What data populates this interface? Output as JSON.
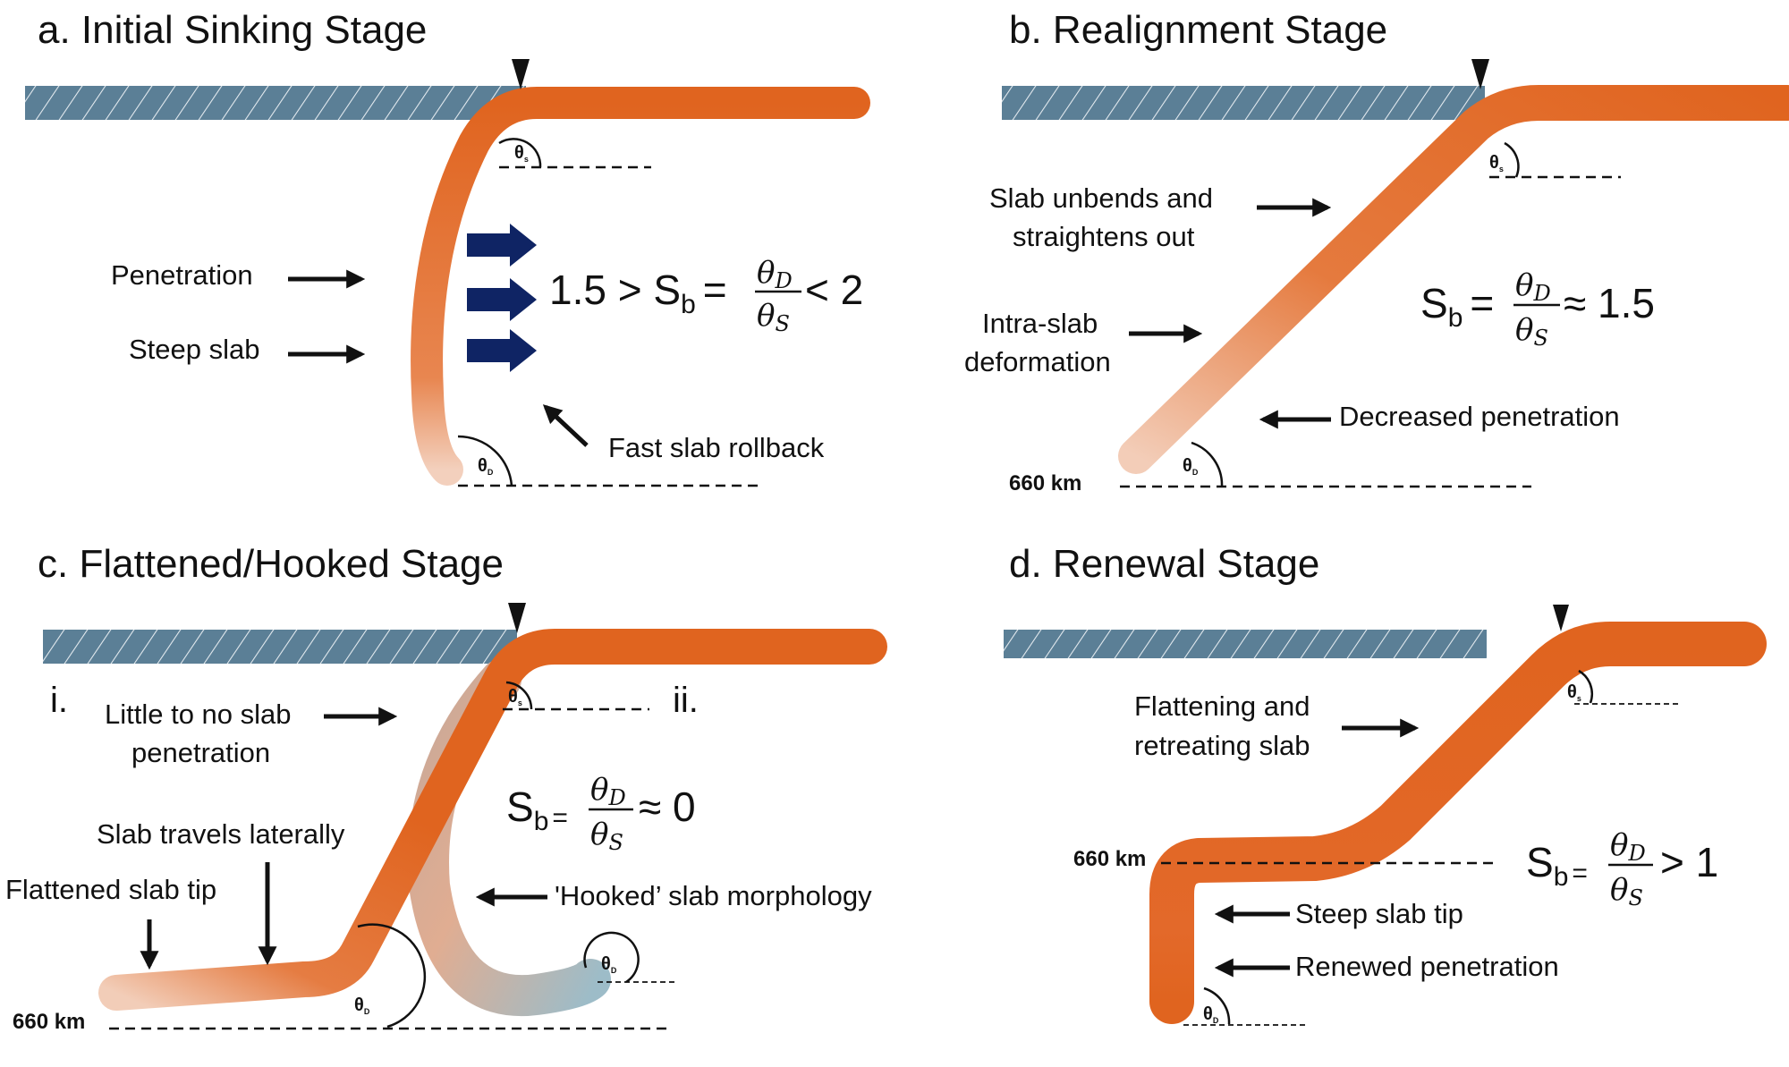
{
  "figure": {
    "colors": {
      "slab_orange": "#e0641f",
      "slab_light": "#f1c4a8",
      "plate_blue": "#5b7f96",
      "hatch_line": "#e8eef2",
      "mantle_flow_arrow": "#0f2464",
      "hooked_slab_blue": "#9dbcc8",
      "text": "#111111"
    },
    "symbols": {
      "theta_s": "θ",
      "theta_s_sub": "s",
      "theta_d": "θ",
      "theta_d_sub": "D",
      "frac_num": "θ",
      "frac_num_sub": "D",
      "frac_den": "θ",
      "frac_den_sub": "S",
      "sb": "S",
      "sb_sub": "b"
    },
    "panels": {
      "a": {
        "title": "a. Initial Sinking Stage",
        "labels": {
          "penetration": "Penetration",
          "steep_slab": "Steep slab",
          "fast_rollback": "Fast slab rollback"
        },
        "equation": {
          "prefix": "1.5 >",
          "equals": "=",
          "suffix": "< 2"
        },
        "flow_arrows": 3
      },
      "b": {
        "title": "b. Realignment Stage",
        "labels": {
          "unbends_1": "Slab unbends and",
          "unbends_2": "straightens out",
          "intra_1": "Intra-slab",
          "intra_2": "deformation",
          "decreased": "Decreased penetration",
          "depth": "660 km"
        },
        "equation": {
          "prefix": "",
          "equals": "=",
          "suffix": "≈ 1.5"
        }
      },
      "c": {
        "title": "c. Flattened/Hooked Stage",
        "labels": {
          "roman_i": "i.",
          "roman_ii": "ii.",
          "little_1": "Little to no slab",
          "little_2": "penetration",
          "travels": "Slab travels laterally",
          "flattened_tip": "Flattened slab tip",
          "hooked": "'Hooked’ slab morphology",
          "depth": "660 km"
        },
        "equation": {
          "prefix": "",
          "equals": "=",
          "suffix": "≈ 0"
        }
      },
      "d": {
        "title": "d. Renewal Stage",
        "labels": {
          "flattening_1": "Flattening and",
          "flattening_2": "retreating slab",
          "steep_tip": "Steep slab tip",
          "renewed": "Renewed penetration",
          "depth": "660 km"
        },
        "equation": {
          "prefix": "",
          "equals": "=",
          "suffix": "> 1"
        }
      }
    }
  }
}
